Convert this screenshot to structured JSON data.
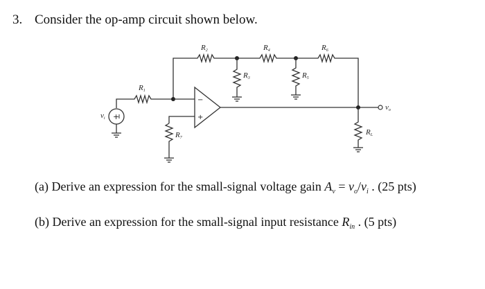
{
  "problem": {
    "number": "3.",
    "stem": "Consider the op-amp circuit shown below."
  },
  "circuit": {
    "labels": {
      "r1": {
        "main": "R",
        "sub": "1"
      },
      "r2": {
        "main": "R",
        "sub": "2"
      },
      "r3": {
        "main": "R",
        "sub": "3"
      },
      "r4": {
        "main": "R",
        "sub": "4"
      },
      "r5": {
        "main": "R",
        "sub": "5"
      },
      "r6": {
        "main": "R",
        "sub": "6"
      },
      "r7": {
        "main": "R",
        "sub": "7"
      },
      "rl": {
        "main": "R",
        "sub": "L"
      },
      "vi": {
        "main": "v",
        "sub": "i"
      },
      "vo": {
        "main": "v",
        "sub": "o"
      }
    },
    "opamp_minus": "−",
    "opamp_plus": "+",
    "source_polarity": "+"
  },
  "part_a": {
    "prefix": "(a) Derive an expression for the small-signal voltage gain",
    "A": "A",
    "A_sub": "v",
    "eq": " = ",
    "num": "v",
    "num_sub": "o",
    "slash": "/",
    "den": "v",
    "den_sub": "i",
    "suffix": " .  (25 pts)"
  },
  "part_b": {
    "prefix": "(b) Derive an expression for the small-signal input resistance",
    "R": "R",
    "R_sub": "in",
    "suffix": " .  (5 pts)"
  }
}
